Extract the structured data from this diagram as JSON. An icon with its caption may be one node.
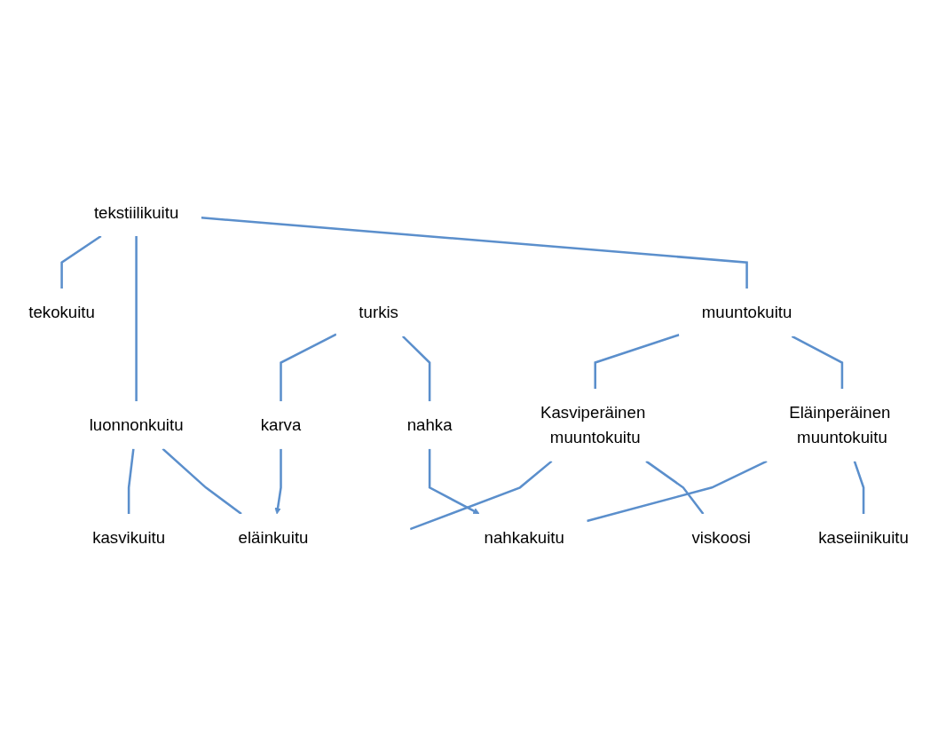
{
  "diagram": {
    "nodes": [
      {
        "text": [
          "tekstiilikuitu"
        ]
      },
      {
        "text": [
          "muuntokuitu"
        ]
      },
      {
        "text": [
          "luonnonkuitu"
        ]
      },
      {
        "text": [
          "tekokuitu"
        ]
      },
      {
        "text": [
          "Eläinperäinen muuntokuitu"
        ]
      },
      {
        "text": [
          "Kasviperäinen muuntokuitu"
        ]
      },
      {
        "text": [
          "kaseiinikuitu"
        ]
      },
      {
        "text": [
          "nahkakuitu"
        ]
      },
      {
        "text": [
          "viskoosi"
        ]
      },
      {
        "text": [
          "turkis"
        ]
      },
      {
        "text": [
          "nahka"
        ]
      },
      {
        "text": [
          "karva"
        ]
      },
      {
        "text": [
          "eläinkuitu"
        ]
      },
      {
        "text": [
          "kasvikuitu"
        ]
      }
    ],
    "edges": [
      {
        "from": 0,
        "to": 1,
        "arrow": "none"
      },
      {
        "from": 0,
        "to": 2,
        "arrow": "none"
      },
      {
        "from": 0,
        "to": 3,
        "arrow": "none"
      },
      {
        "from": 1,
        "to": 4,
        "arrow": "none"
      },
      {
        "from": 1,
        "to": 5,
        "arrow": "none"
      },
      {
        "from": 2,
        "to": 12,
        "arrow": "none"
      },
      {
        "from": 2,
        "to": 13,
        "arrow": "none"
      },
      {
        "from": 4,
        "to": 6,
        "arrow": "none"
      },
      {
        "from": 4,
        "to": 7,
        "arrow": "none"
      },
      {
        "from": 5,
        "to": 8,
        "arrow": "none"
      },
      {
        "from": 5,
        "to": null,
        "arrow": "none"
      },
      {
        "from": 10,
        "to": 7,
        "arrow": "to"
      },
      {
        "from": 9,
        "to": 10,
        "arrow": "none"
      },
      {
        "from": 9,
        "to": 11,
        "arrow": "none"
      },
      {
        "from": 11,
        "to": 12,
        "arrow": "to"
      }
    ]
  }
}
